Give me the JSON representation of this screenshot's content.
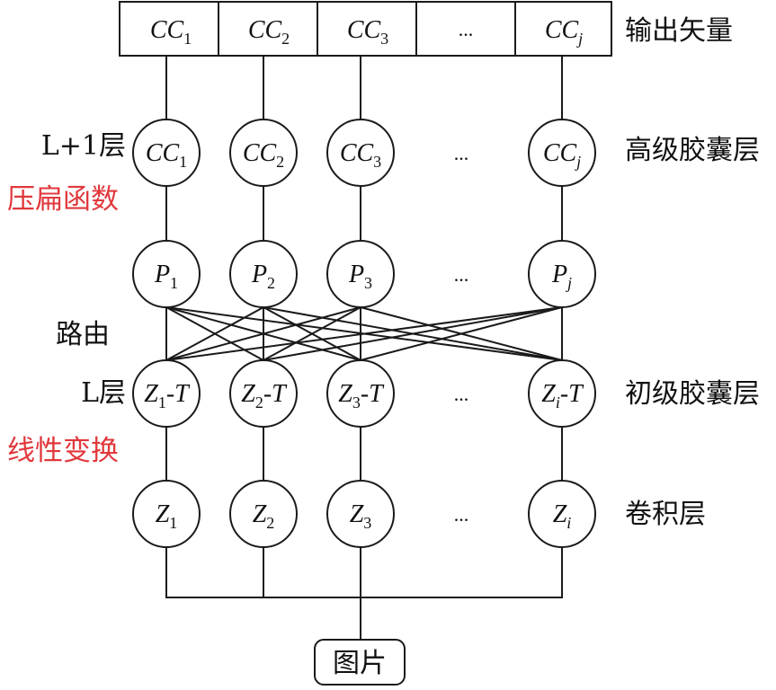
{
  "output_vector": {
    "label": "输出矢量",
    "cells": [
      {
        "base": "CC",
        "sub": "1"
      },
      {
        "base": "CC",
        "sub": "2"
      },
      {
        "base": "CC",
        "sub": "3"
      },
      {
        "base": "CC",
        "sub": "j"
      }
    ],
    "ellipsis": "..."
  },
  "high_capsule_layer": {
    "level_label": "L+1层",
    "name": "高级胶囊层",
    "nodes": [
      {
        "base": "CC",
        "sub": "1"
      },
      {
        "base": "CC",
        "sub": "2"
      },
      {
        "base": "CC",
        "sub": "3"
      },
      {
        "base": "CC",
        "sub": "j"
      }
    ],
    "ellipsis": "..."
  },
  "squash_function": {
    "label": "压扁函数"
  },
  "prediction_vectors": {
    "nodes": [
      {
        "base": "P",
        "sub": "1"
      },
      {
        "base": "P",
        "sub": "2"
      },
      {
        "base": "P",
        "sub": "3"
      },
      {
        "base": "P",
        "sub": "j"
      }
    ],
    "ellipsis": "..."
  },
  "routing": {
    "label": "路由"
  },
  "primary_capsule_layer": {
    "level_label": "L层",
    "name": "初级胶囊层",
    "nodes": [
      {
        "base": "Z",
        "sub": "1",
        "sep": "-",
        "tail": "T"
      },
      {
        "base": "Z",
        "sub": "2",
        "sep": "-",
        "tail": "T"
      },
      {
        "base": "Z",
        "sub": "3",
        "sep": "-",
        "tail": "T"
      },
      {
        "base": "Z",
        "sub": "i",
        "sep": "-",
        "tail": "T"
      }
    ],
    "ellipsis": "..."
  },
  "linear_transform": {
    "label": "线性变换"
  },
  "conv_layer": {
    "name": "卷积层",
    "nodes": [
      {
        "base": "Z",
        "sub": "1"
      },
      {
        "base": "Z",
        "sub": "2"
      },
      {
        "base": "Z",
        "sub": "3"
      },
      {
        "base": "Z",
        "sub": "i"
      }
    ],
    "ellipsis": "..."
  },
  "input": {
    "label": "图片"
  },
  "colors": {
    "annotation_red": "#e0383c",
    "line": "#1a1a1a"
  }
}
